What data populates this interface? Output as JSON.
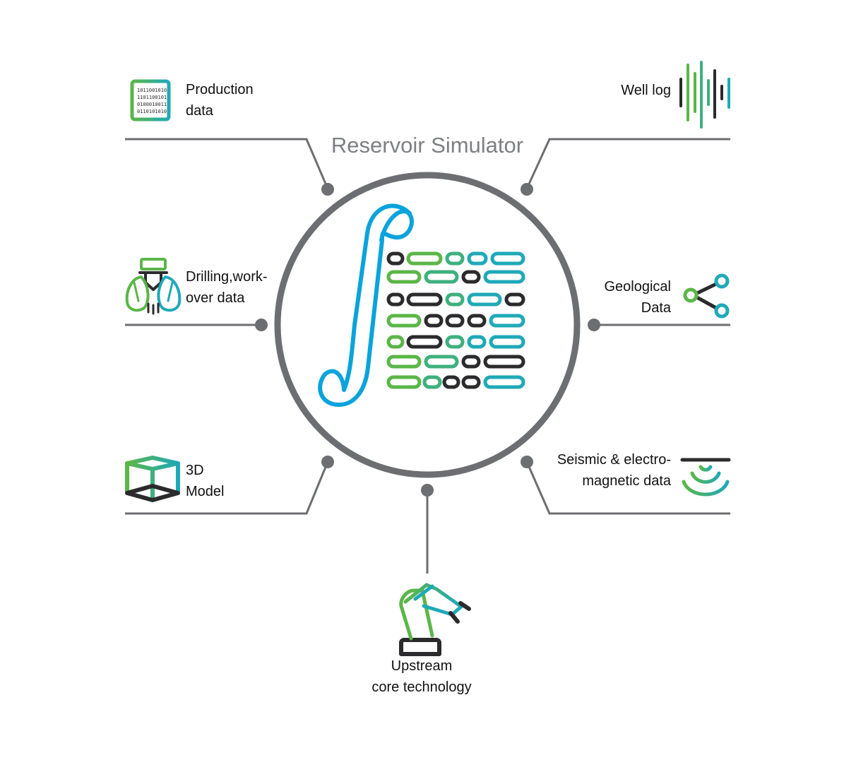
{
  "title": "Reservoir Simulator",
  "colors": {
    "line": "#6d6e71",
    "ring": "#6d6e71",
    "green": "#5bb648",
    "teal": "#1fa9b8",
    "blue": "#0ba3db",
    "dark": "#2b2b2d"
  },
  "nodes": [
    {
      "id": "production-data",
      "lines": [
        "Production",
        "data"
      ],
      "icon": "chip-icon"
    },
    {
      "id": "drilling",
      "lines": [
        "Drilling,work-",
        "over data"
      ],
      "icon": "drill-bit-icon"
    },
    {
      "id": "model-3d",
      "lines": [
        "3D",
        "Model"
      ],
      "icon": "cube-icon"
    },
    {
      "id": "well-log",
      "lines": [
        "Well log"
      ],
      "icon": "waveform-icon"
    },
    {
      "id": "geological",
      "lines": [
        "Geological",
        "Data"
      ],
      "icon": "share-icon"
    },
    {
      "id": "seismic",
      "lines": [
        "Seismic & electro-",
        "magnetic data"
      ],
      "icon": "signal-waves-icon"
    },
    {
      "id": "upstream",
      "lines": [
        "Upstream",
        "core technology"
      ],
      "icon": "robot-arm-icon"
    }
  ],
  "chip_bits": [
    "1011001010",
    "1101100101",
    "0100010011",
    "0110101010"
  ],
  "center_icon": "integral-data-icon"
}
